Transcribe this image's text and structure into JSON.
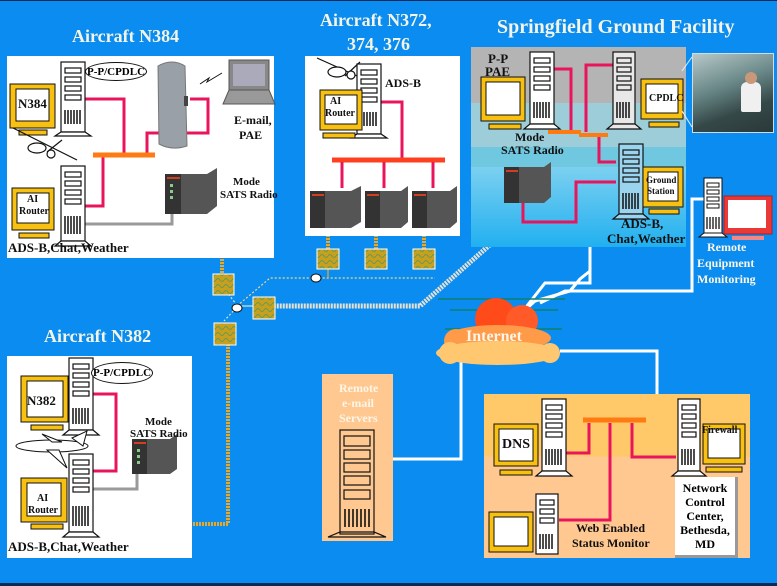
{
  "diagram": {
    "colors": {
      "background": "#0a8cf0",
      "ethernet_link": "#e8145c",
      "hub_bar": "#ff7a10",
      "coax_link": "#e8a828",
      "serial_link": "#9a9a9a",
      "internet_link": "#ffffff",
      "modem_box": "#c8a020",
      "ground_panel": "#b0c8d8",
      "ncc_panel": "#ffc890",
      "email_panel": "#ffc890"
    },
    "groups": {
      "n384": {
        "title": "Aircraft N384",
        "monitor_label": "N384",
        "oval_label": "P-P/CPDLC",
        "laptop_label_1": "E-mail,",
        "laptop_label_2": "PAE",
        "router_label_1": "AI",
        "router_label_2": "Router",
        "radio_label_1": "Mode",
        "radio_label_2": "SATS Radio",
        "bottom_label": "ADS-B,Chat,Weather"
      },
      "n372": {
        "title_line1": "Aircraft N372,",
        "title_line2": "374, 376",
        "router_label_1": "AI",
        "router_label_2": "Router",
        "server_label": "ADS-B"
      },
      "n382": {
        "title": "Aircraft N382",
        "monitor_label": "N382",
        "oval_label": "P-P/CPDLC",
        "router_label_1": "AI",
        "router_label_2": "Router",
        "radio_label_1": "Mode",
        "radio_label_2": "SATS Radio",
        "bottom_label": "ADS-B,Chat,Weather"
      },
      "ground": {
        "title": "Springfield Ground Facility",
        "pp_label_1": "P-P",
        "pp_label_2": "PAE",
        "cpdlc_label": "CPDLC",
        "radio_label_1": "Mode",
        "radio_label_2": "SATS Radio",
        "station_label_1": "Ground",
        "station_label_2": "Station",
        "bottom_label_1": "ADS-B,",
        "bottom_label_2": "Chat,Weather"
      },
      "remote_equipment": {
        "line1": "Remote",
        "line2": "Equipment",
        "line3": "Monitoring"
      },
      "internet": {
        "label": "Internet"
      },
      "email_servers": {
        "line1": "Remote",
        "line2": "e-mail",
        "line3": "Servers"
      },
      "ncc": {
        "dns_label": "DNS",
        "firewall_label": "Firewall",
        "status_label_1": "Web Enabled",
        "status_label_2": "Status Monitor",
        "caption_1": "Network",
        "caption_2": "Control",
        "caption_3": "Center,",
        "caption_4": "Bethesda,",
        "caption_5": "MD"
      }
    }
  }
}
